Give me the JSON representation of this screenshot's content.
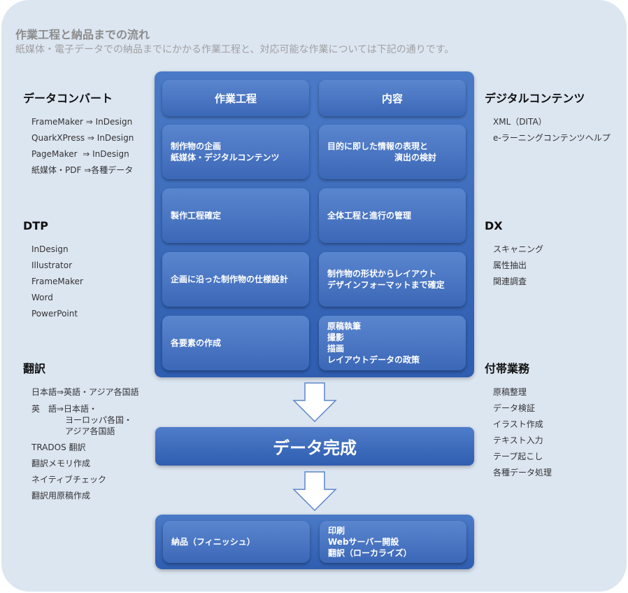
{
  "header": {
    "title": "作業工程と納品までの流れ",
    "subtitle": "紙媒体・電子データでの納品までにかかる作業工程と、対応可能な作業については下記の通りです。"
  },
  "left": {
    "convert": {
      "title": "データコンバート",
      "items": [
        "FrameMaker ⇒ InDesign",
        "QuarkXPress ⇒ InDesign",
        "PageMaker  ⇒ InDesign",
        "紙媒体・PDF ⇒各種データ"
      ]
    },
    "dtp": {
      "title": "DTP",
      "items": [
        "InDesign",
        "Illustrator",
        "FrameMaker",
        "Word",
        "PowerPoint"
      ]
    },
    "translate": {
      "title": "翻訳",
      "items": [
        "日本語⇒英語・アジア各国語",
        "英　語⇒日本語・\n　　　　ヨーロッパ各国・\n　　　　アジア各国語",
        "TRADOS 翻訳",
        "翻訳メモリ作成",
        "ネイティブチェック",
        "翻訳用原稿作成"
      ]
    }
  },
  "right": {
    "digital": {
      "title": "デジタルコンテンツ",
      "items": [
        "XML（DITA）",
        "e-ラーニングコンテンツヘルプ"
      ]
    },
    "dx": {
      "title": "DX",
      "items": [
        "スキャニング",
        "属性抽出",
        "関連調査"
      ]
    },
    "misc": {
      "title": "付帯業務",
      "items": [
        "原稿整理",
        "データ検証",
        "イラスト作成",
        "テキスト入力",
        "テープ起こし",
        "各種データ処理"
      ]
    }
  },
  "process": {
    "head_left": "作業工程",
    "head_right": "内容",
    "rows": [
      {
        "step": "制作物の企画\n紙媒体・デジタルコンテンツ",
        "content": "目的に即した情報の表現と\n　　　　　　　　演出の検討"
      },
      {
        "step": "製作工程確定",
        "content": "全体工程と進行の管理"
      },
      {
        "step": "企画に沿った制作物の仕様設計",
        "content": "制作物の形状からレイアウト\nデザインフォーマットまで確定"
      },
      {
        "step": "各要素の作成",
        "content": "原稿執筆\n撮影\n描画\nレイアウトデータの政策"
      }
    ]
  },
  "complete_label": "データ完成",
  "delivery": {
    "left": "納品（フィニッシュ）",
    "right": "印刷\nWebサーバー開設\n翻訳（ローカライズ）"
  }
}
